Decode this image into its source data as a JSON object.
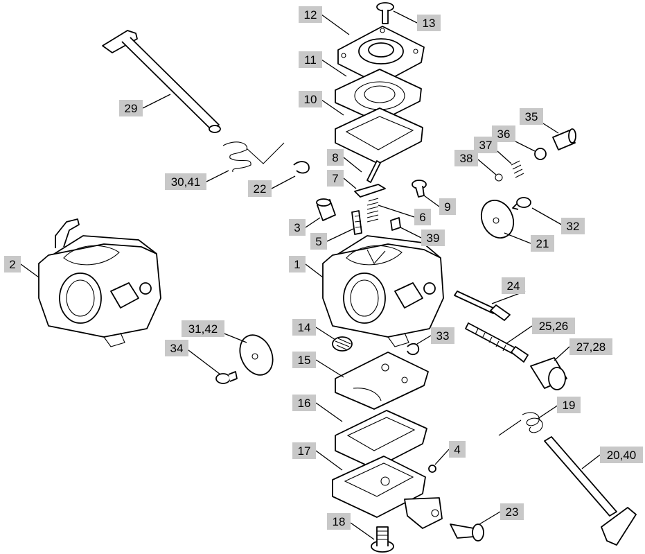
{
  "labels": {
    "p1": "1",
    "p2": "2",
    "p3": "3",
    "p4": "4",
    "p5": "5",
    "p6": "6",
    "p7": "7",
    "p8": "8",
    "p9": "9",
    "p10": "10",
    "p11": "11",
    "p12": "12",
    "p13": "13",
    "p14": "14",
    "p15": "15",
    "p16": "16",
    "p17": "17",
    "p18": "18",
    "p19": "19",
    "p20_40": "20,40",
    "p21": "21",
    "p22": "22",
    "p23": "23",
    "p24": "24",
    "p25_26": "25,26",
    "p27_28": "27,28",
    "p29": "29",
    "p30_41": "30,41",
    "p31_42": "31,42",
    "p32": "32",
    "p33": "33",
    "p34": "34",
    "p35": "35",
    "p36": "36",
    "p37": "37",
    "p38": "38",
    "p39": "39"
  },
  "colors": {
    "label_bg": "#c8c8c8",
    "line": "#000000",
    "background": "#ffffff"
  }
}
